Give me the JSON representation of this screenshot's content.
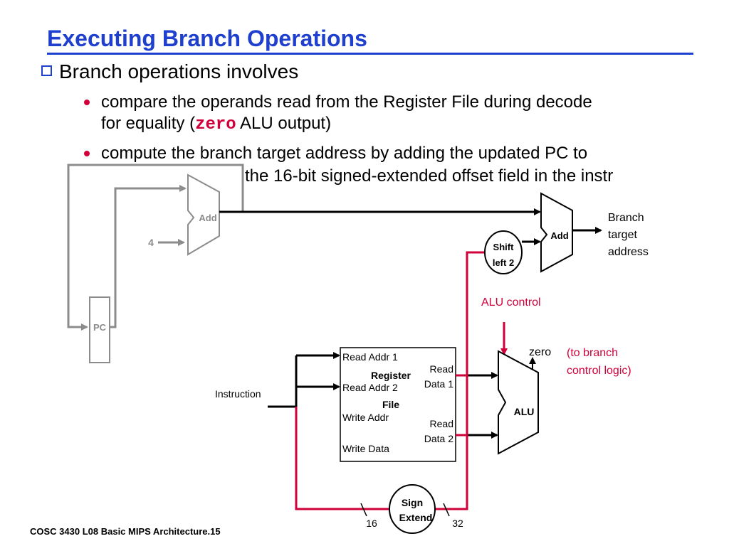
{
  "slide": {
    "title": "Executing Branch Operations",
    "bullet1": "Branch operations involves",
    "sub1_line1": "compare the operands read from the Register File during decode",
    "sub1_line2_pre": "for equality (",
    "sub1_code": "zero",
    "sub1_line2_post": " ALU output)",
    "sub2_line1": "compute the branch target address by adding the updated PC to",
    "sub2_line2": "the 16-bit signed-extended offset field in the instr",
    "footer": "COSC 3430 L08 Basic MIPS Architecture.15"
  },
  "diagram": {
    "pc_adder_label": "Add",
    "const_four": "4",
    "pc_label": "PC",
    "branch_adder_label": "Add",
    "shift_label_1": "Shift",
    "shift_label_2": "left 2",
    "branch_target_1": "Branch",
    "branch_target_2": "target",
    "branch_target_3": "address",
    "alu_control": "ALU control",
    "zero": "zero",
    "to_branch_1": "(to branch",
    "to_branch_2": "control logic)",
    "regfile_read_addr1": "Read Addr 1",
    "regfile_register": "Register",
    "regfile_read_addr2": "Read Addr 2",
    "regfile_file": "File",
    "regfile_write_addr": "Write Addr",
    "regfile_write_data": "Write Data",
    "regfile_read_data1_a": "Read",
    "regfile_read_data1_b": "Data 1",
    "regfile_read_data2_a": "Read",
    "regfile_read_data2_b": "Data 2",
    "alu_label": "ALU",
    "instruction": "Instruction",
    "sign_extend_1": "Sign",
    "sign_extend_2": "Extend",
    "width_16": "16",
    "width_32": "32"
  },
  "colors": {
    "title": "#1f3fcf",
    "accent_red": "#d0003a",
    "gray_path": "#8c8c8c",
    "wire": "#000000"
  }
}
